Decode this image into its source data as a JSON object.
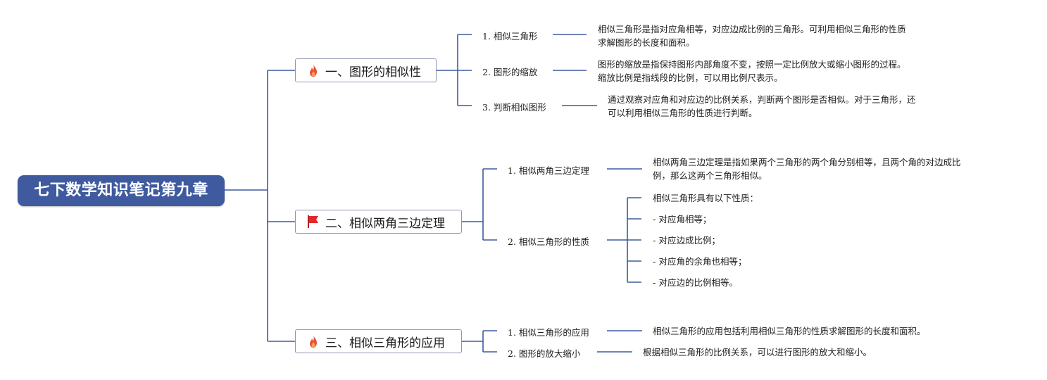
{
  "root": {
    "title": "七下数学知识笔记第九章"
  },
  "branches": [
    {
      "label": "一、图形的相似性",
      "icon": "fire-icon",
      "items": [
        {
          "label": "1. 相似三角形",
          "desc_lines": [
            "相似三角形是指对应角相等，对应边成比例的三角形。可利用相似三角形的性质",
            "求解图形的长度和面积。"
          ]
        },
        {
          "label": "2. 图形的缩放",
          "desc_lines": [
            "图形的缩放是指保持图形内部角度不变，按照一定比例放大或缩小图形的过程。",
            "缩放比例是指线段的比例，可以用比例尺表示。"
          ]
        },
        {
          "label": "3. 判断相似图形",
          "desc_lines": [
            "通过观察对应角和对应边的比例关系，判断两个图形是否相似。对于三角形，还",
            "可以利用相似三角形的性质进行判断。"
          ]
        }
      ]
    },
    {
      "label": "二、相似两角三边定理",
      "icon": "flag-icon",
      "items": [
        {
          "label": "1. 相似两角三边定理",
          "desc_lines": [
            "相似两角三边定理是指如果两个三角形的两个角分别相等，且两个角的对边成比",
            "例，那么这两个三角形相似。"
          ]
        },
        {
          "label": "2. 相似三角形的性质",
          "properties": [
            "相似三角形具有以下性质：",
            "- 对应角相等；",
            "- 对应边成比例；",
            "- 对应角的余角也相等；",
            "- 对应边的比例相等。"
          ]
        }
      ]
    },
    {
      "label": "三、相似三角形的应用",
      "icon": "fire-icon",
      "items": [
        {
          "label": "1. 相似三角形的应用",
          "desc_lines": [
            "相似三角形的应用包括利用相似三角形的性质求解图形的长度和面积。"
          ]
        },
        {
          "label": "2. 图形的放大缩小",
          "desc_lines": [
            "根据相似三角形的比例关系，可以进行图形的放大和缩小。"
          ]
        }
      ]
    }
  ],
  "colors": {
    "root_bg": "#3f5a9f",
    "line": "#3f5a9f",
    "branch_border": "#8d97b0",
    "fire": "#e8503a",
    "flag": "#e02a2a"
  }
}
